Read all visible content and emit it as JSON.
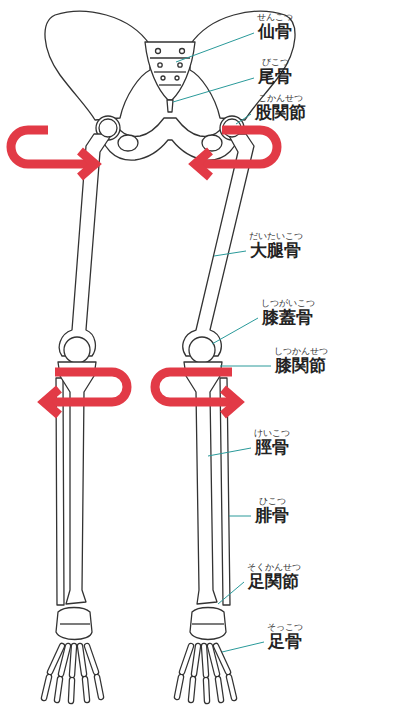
{
  "diagram": {
    "labels": [
      "せんこつ",
      "仙骨",
      "びこつ",
      "尾骨",
      "こかんせつ",
      "股関節",
      "だいたいこつ",
      "大腿骨",
      "しつがいこつ",
      "膝蓋骨",
      "しつかんせつ",
      "膝関節",
      "けいこつ",
      "脛骨",
      "ひこつ",
      "腓骨",
      "そくかんせつ",
      "足関節",
      "そっこつ",
      "足骨"
    ]
  }
}
